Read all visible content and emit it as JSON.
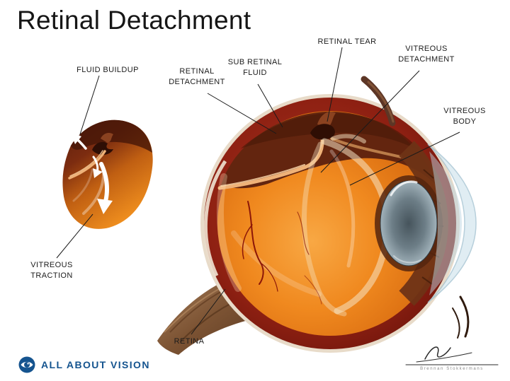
{
  "title": "Retinal Detachment",
  "labels": {
    "fluid_buildup": "FLUID BUILDUP",
    "retinal_detachment": "RETINAL DETACHMENT",
    "sub_retinal_fluid": "SUB RETINAL FLUID",
    "retinal_tear": "RETINAL TEAR",
    "vitreous_detachment": "VITREOUS DETACHMENT",
    "vitreous_body": "VITREOUS BODY",
    "vitreous_traction": "VITREOUS TRACTION",
    "retina": "RETINA"
  },
  "footer": {
    "brand": "ALL ABOUT VISION",
    "signature": "Brennan Stokkermans"
  },
  "icons": {
    "brand": "eye-logo-icon"
  },
  "colors": {
    "brand_blue": "#15548f",
    "vitreous_orange": "#ef8c22",
    "sclera_red": "#8e2012",
    "label_text": "#1c1c1c"
  }
}
